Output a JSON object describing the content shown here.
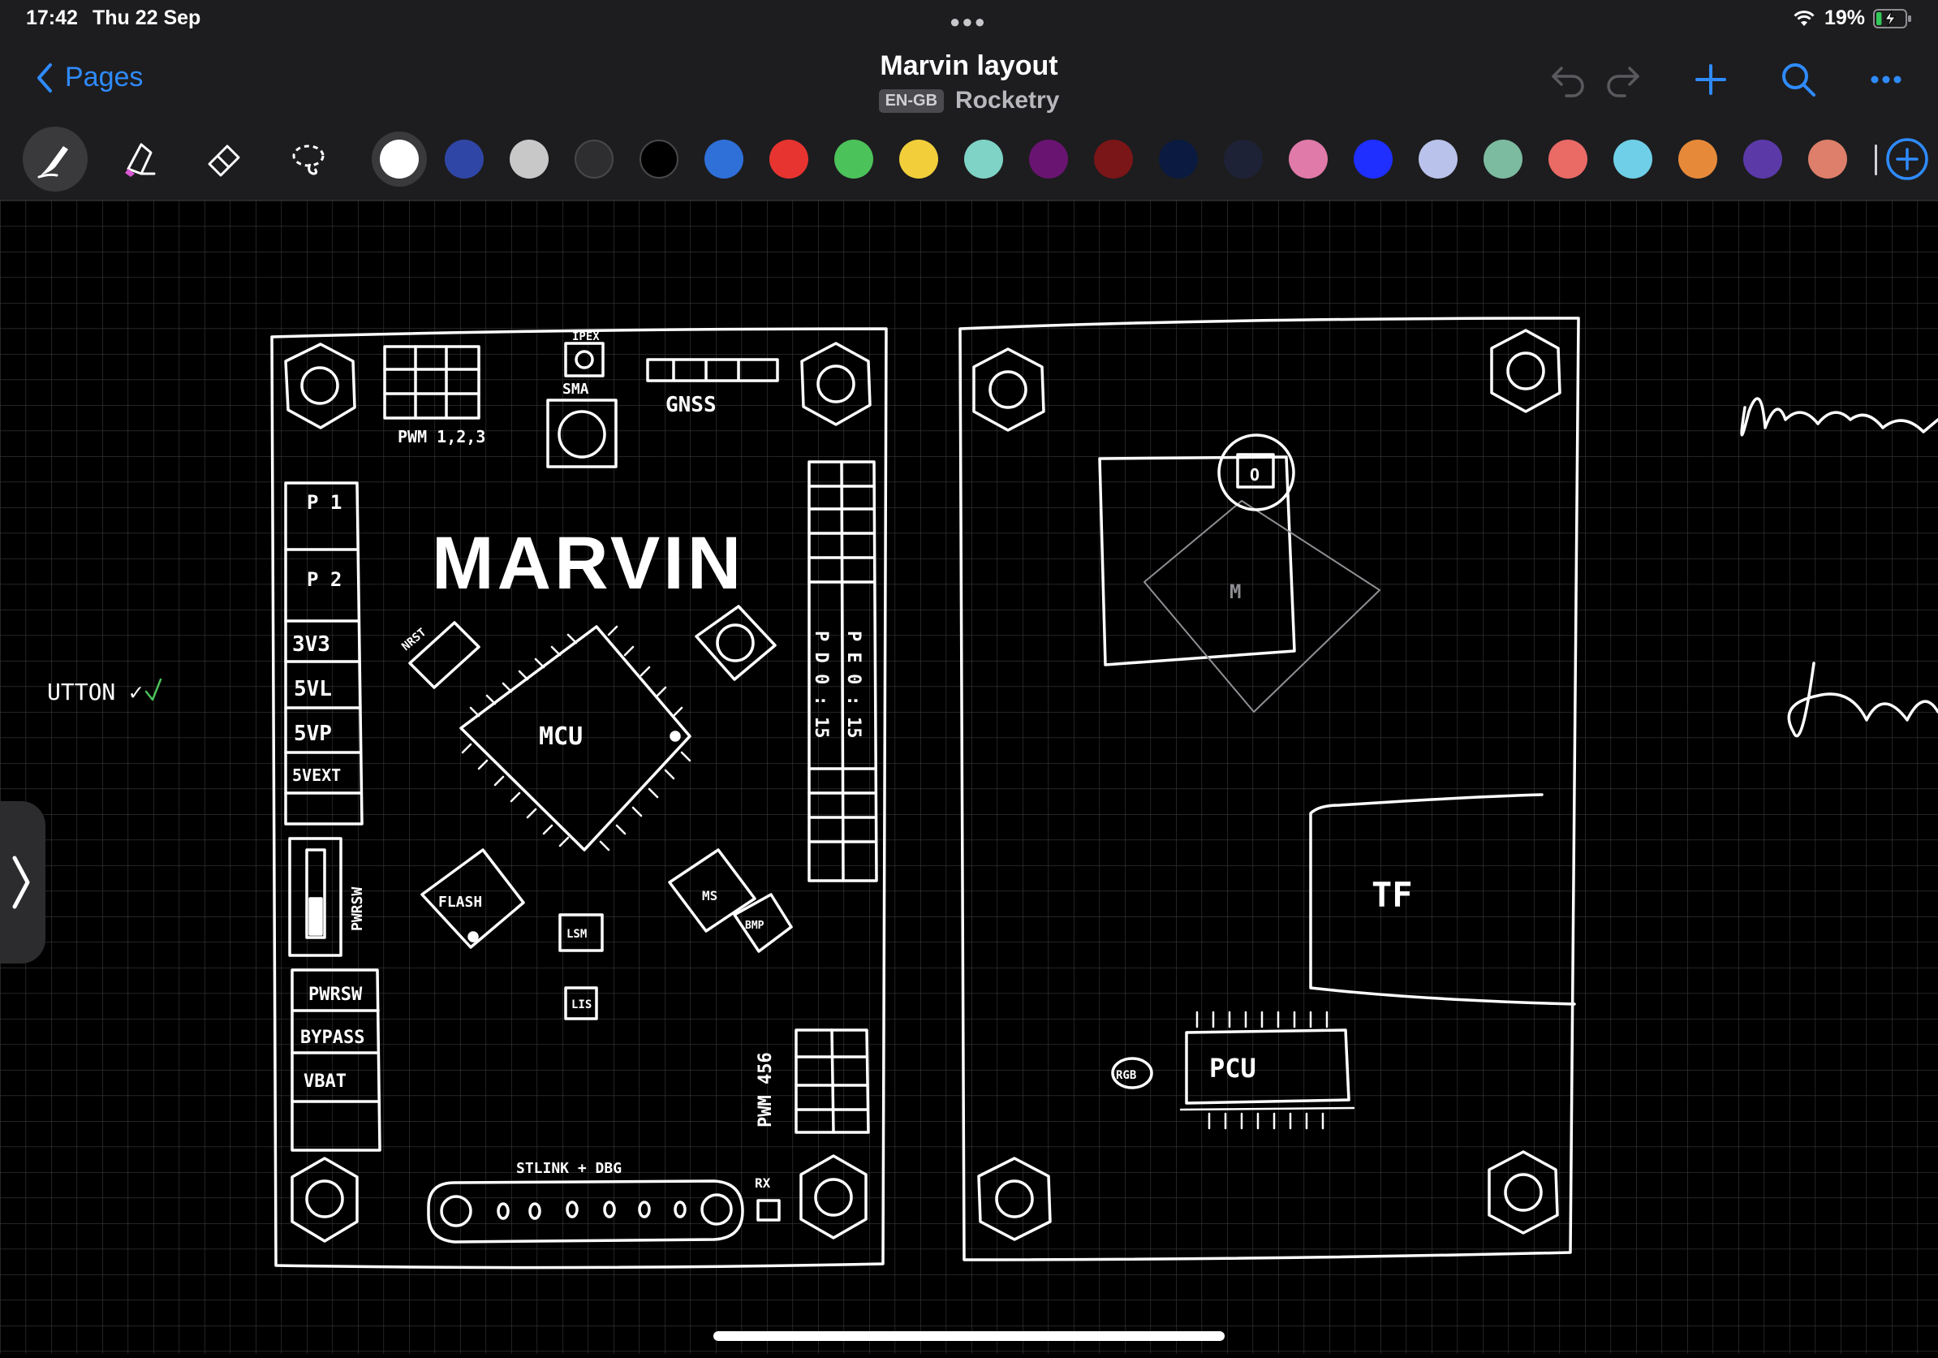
{
  "status": {
    "time": "17:42",
    "date": "Thu 22 Sep",
    "battery_percent": "19%",
    "battery_level": 0.19
  },
  "nav": {
    "back_label": "Pages",
    "title": "Marvin layout",
    "language_badge": "EN-GB",
    "notebook": "Rocketry"
  },
  "toolbar": {
    "tools": [
      "pen-icon",
      "highlighter-icon",
      "eraser-icon",
      "lasso-icon"
    ],
    "colors": [
      "#ffffff",
      "#3046a6",
      "#c8c8c8",
      "#2e2e30",
      "#000000",
      "#2f6fd8",
      "#e83430",
      "#4cc25a",
      "#f2cf3a",
      "#7fd3c6",
      "#6a1472",
      "#7a1518",
      "#0b1a40",
      "#1e2236",
      "#e07aa8",
      "#1e2fff",
      "#b9c2ea",
      "#7cbba0",
      "#ea6a66",
      "#6fcfe8",
      "#e68a3a",
      "#5b3aa8",
      "#dd7f6a"
    ],
    "selected_color": "#ffffff"
  },
  "sketch": {
    "board_name": "MARVIN",
    "front_labels": {
      "pwm_1_3": "PWM 1,2,3",
      "ipex": "IPEX",
      "sma": "SMA",
      "gnss": "GNSS",
      "p1": "P 1",
      "p2": "P 2",
      "v3v3": "3V3",
      "v5vl": "5VL",
      "v5vp": "5VP",
      "v5vext": "5VEXT",
      "pwrsw_vert": "PWRSW",
      "nrst": "NRST",
      "mcu": "MCU",
      "flash": "FLASH",
      "lsm": "LSM",
      "lis": "LIS",
      "ms": "MS",
      "bmp": "BMP",
      "pd": "P D 0 : 15",
      "pe": "P E 0 : 15",
      "pwm_456": "PWM 456",
      "pwrsw": "PWRSW",
      "bypass": "BYPASS",
      "vbat": "VBAT",
      "stlink": "STLINK + DBG",
      "rx": "RX"
    },
    "back_labels": {
      "m": "M",
      "o": "O",
      "tf": "TF",
      "pcu": "PCU",
      "rgb": "RGB"
    },
    "margin_left": "UTTON ✓",
    "margin_right_1": "Ultrasp",
    "margin_right_2": "Laye"
  }
}
